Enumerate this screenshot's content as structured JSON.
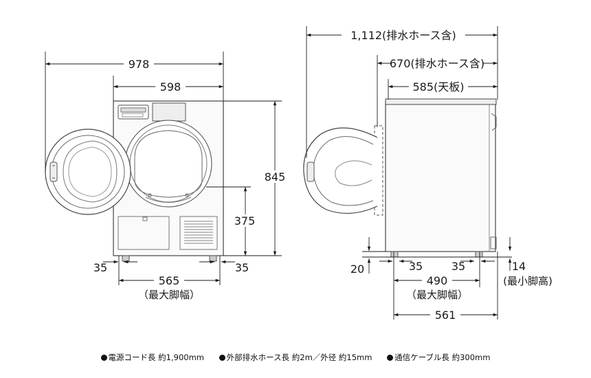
{
  "front_view": {
    "overall_width_open_door": "978",
    "body_width": "598",
    "height": "845",
    "door_center_height": "375",
    "foot_left_offset": "35",
    "foot_right_offset": "35",
    "foot_span": "565",
    "foot_span_note": "（最大脚幅）"
  },
  "side_view": {
    "total_depth": "1,112(排水ホース含)",
    "body_depth": "670(排水ホース含)",
    "top_plate_depth": "585(天板)",
    "base_offset": "20",
    "foot_front_offset": "35",
    "foot_rear_offset": "35",
    "foot_depth_span": "490",
    "foot_depth_note": "（最大脚幅）",
    "min_leg_height": "14",
    "min_leg_height_note": "(最小脚高)",
    "base_depth": "561"
  },
  "footnotes": [
    "電源コード長 約1,900mm",
    "外部排水ホース長 約2m／外径 約15mm",
    "通信ケーブル長 約300mm"
  ]
}
